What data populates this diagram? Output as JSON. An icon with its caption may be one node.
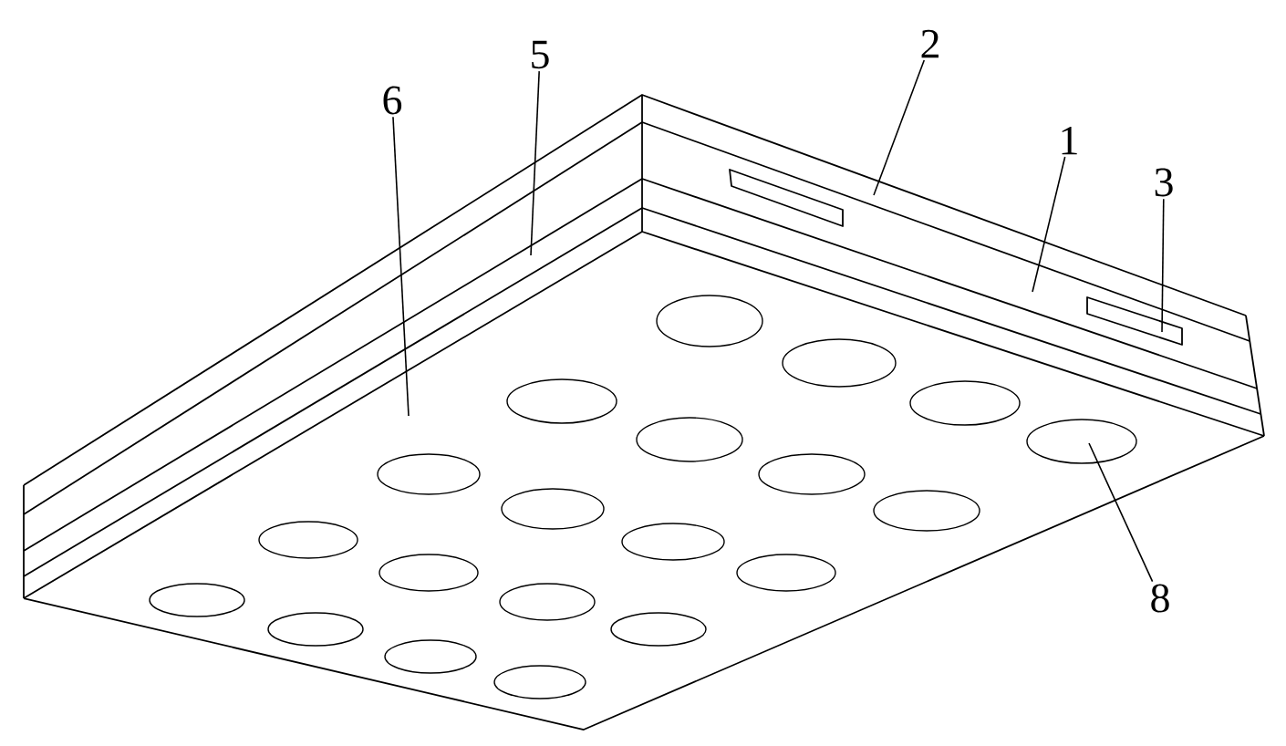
{
  "diagram": {
    "nodes": [
      {
        "text": [
          "6"
        ]
      },
      {
        "text": [
          "5"
        ]
      },
      {
        "text": [
          "2"
        ]
      },
      {
        "text": [
          "1"
        ]
      },
      {
        "text": [
          "3"
        ]
      },
      {
        "text": [
          "8"
        ]
      },
      {
        "text": [],
        "shape": "box"
      },
      {
        "text": [],
        "shape": "ellipse"
      }
    ],
    "edges": [
      {
        "from": 0,
        "to": null,
        "arrow": "none"
      },
      {
        "from": 1,
        "to": null,
        "arrow": "none"
      },
      {
        "from": 2,
        "to": null,
        "arrow": "none"
      },
      {
        "from": 3,
        "to": null,
        "arrow": "none"
      },
      {
        "from": 4,
        "to": 6,
        "arrow": "none"
      },
      {
        "from": 5,
        "to": 7,
        "arrow": "none"
      }
    ]
  }
}
